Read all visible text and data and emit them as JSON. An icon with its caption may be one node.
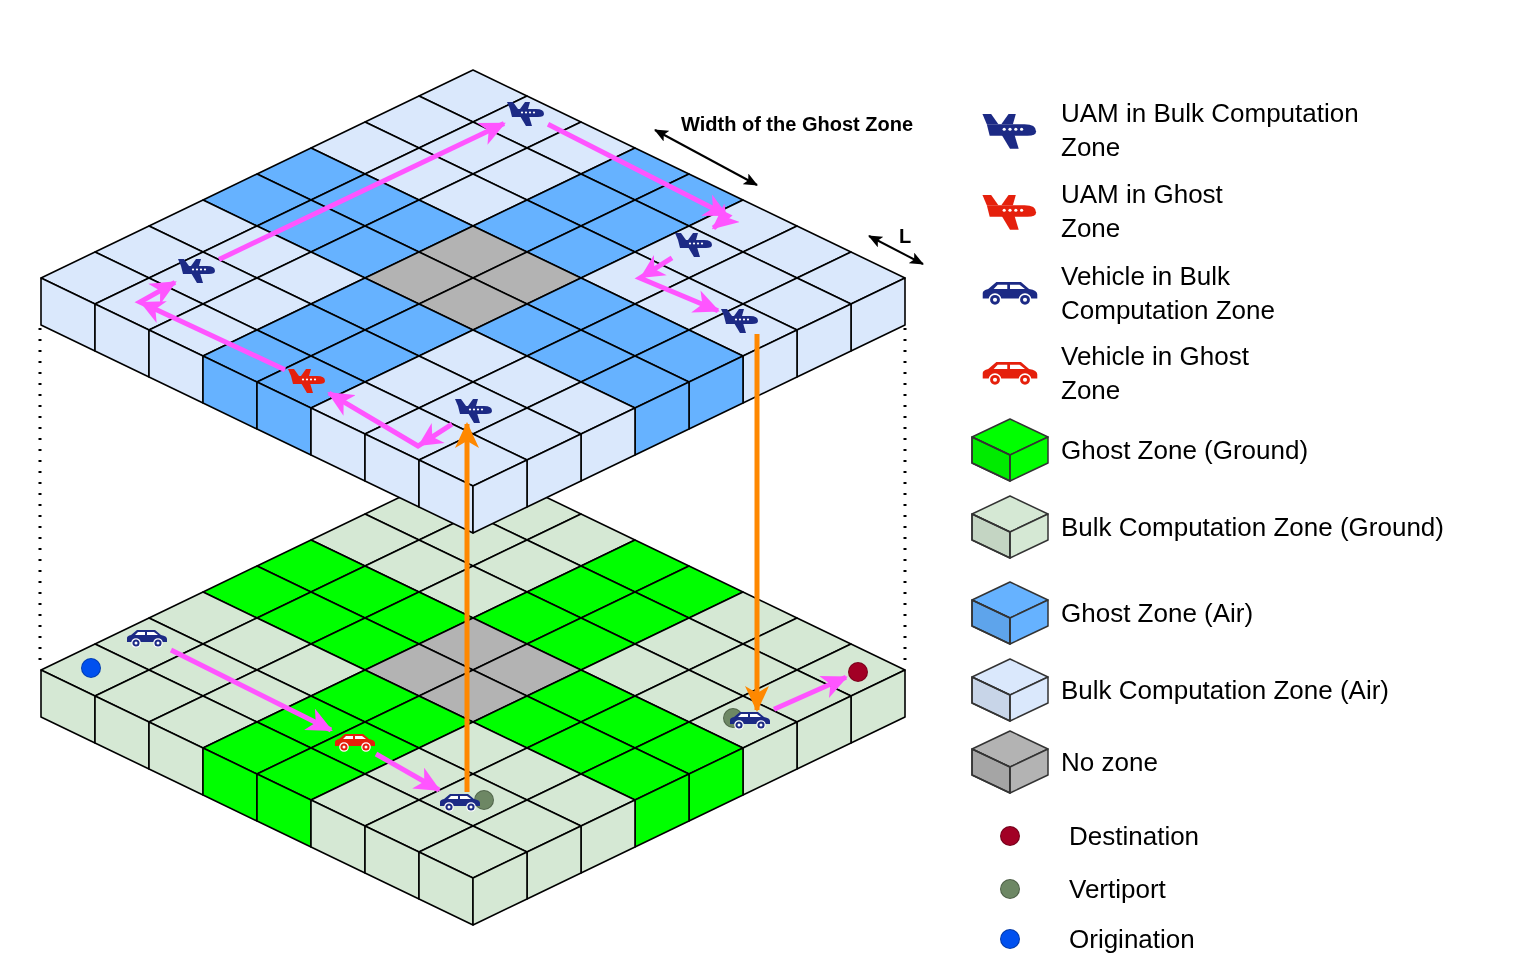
{
  "diagram": {
    "nodes": [
      {
        "text": [],
        "shape": "picture"
      },
      {
        "text": [],
        "shape": "picture"
      },
      {
        "text": [],
        "shape": "picture"
      },
      {
        "text": [],
        "shape": "picture"
      },
      {
        "text": [],
        "shape": "picture"
      },
      {
        "text": [],
        "shape": "picture"
      },
      {
        "text": [],
        "shape": "picture"
      },
      {
        "text": [],
        "shape": "circle"
      },
      {
        "text": [],
        "shape": "circle"
      },
      {
        "text": [],
        "shape": "picture"
      },
      {
        "text": [],
        "shape": "circle"
      },
      {
        "text": [],
        "shape": "picture"
      },
      {
        "text": [],
        "shape": "picture"
      },
      {
        "text": [],
        "shape": "circle"
      }
    ],
    "edges": [
      {
        "from": 6,
        "to": 11,
        "arrow": "to"
      },
      {
        "from": 11,
        "to": 12,
        "arrow": "to"
      },
      {
        "from": 12,
        "to": 5,
        "arrow": "to",
        "color": "#ff8800"
      },
      {
        "from": 5,
        "to": 4,
        "arrow": "to"
      },
      {
        "from": 4,
        "to": 2,
        "arrow": "to"
      },
      {
        "from": 2,
        "to": 0,
        "arrow": "to"
      },
      {
        "from": 0,
        "to": 1,
        "arrow": "to"
      },
      {
        "from": 1,
        "to": 3,
        "arrow": "to"
      },
      {
        "from": 3,
        "to": 9,
        "arrow": "to",
        "color": "#ff8800"
      },
      {
        "from": 9,
        "to": 8,
        "arrow": "to"
      }
    ],
    "labels": [
      "Width of the Ghost Zone",
      "L"
    ],
    "legend": [
      {
        "text": "UAM in Bulk Computation Zone"
      },
      {
        "text": "UAM in Ghost Zone"
      },
      {
        "text": "Vehicle in Bulk Computation Zone"
      },
      {
        "text": "Vehicle in Ghost Zone"
      },
      {
        "text": "Ghost Zone (Ground)",
        "color": "#00ff00"
      },
      {
        "text": "Bulk Computation Zone (Ground)",
        "color": "#d5e8d4"
      },
      {
        "text": "Ghost Zone (Air)",
        "color": "#66b2ff"
      },
      {
        "text": "Bulk Computation Zone (Air)",
        "color": "#dae8fc"
      },
      {
        "text": "No zone",
        "color": "#b3b3b3"
      },
      {
        "text": "Destination",
        "color": "#a20025"
      },
      {
        "text": "Vertiport",
        "color": "#6d8764"
      },
      {
        "text": "Origination",
        "color": "#0050ef"
      }
    ]
  }
}
